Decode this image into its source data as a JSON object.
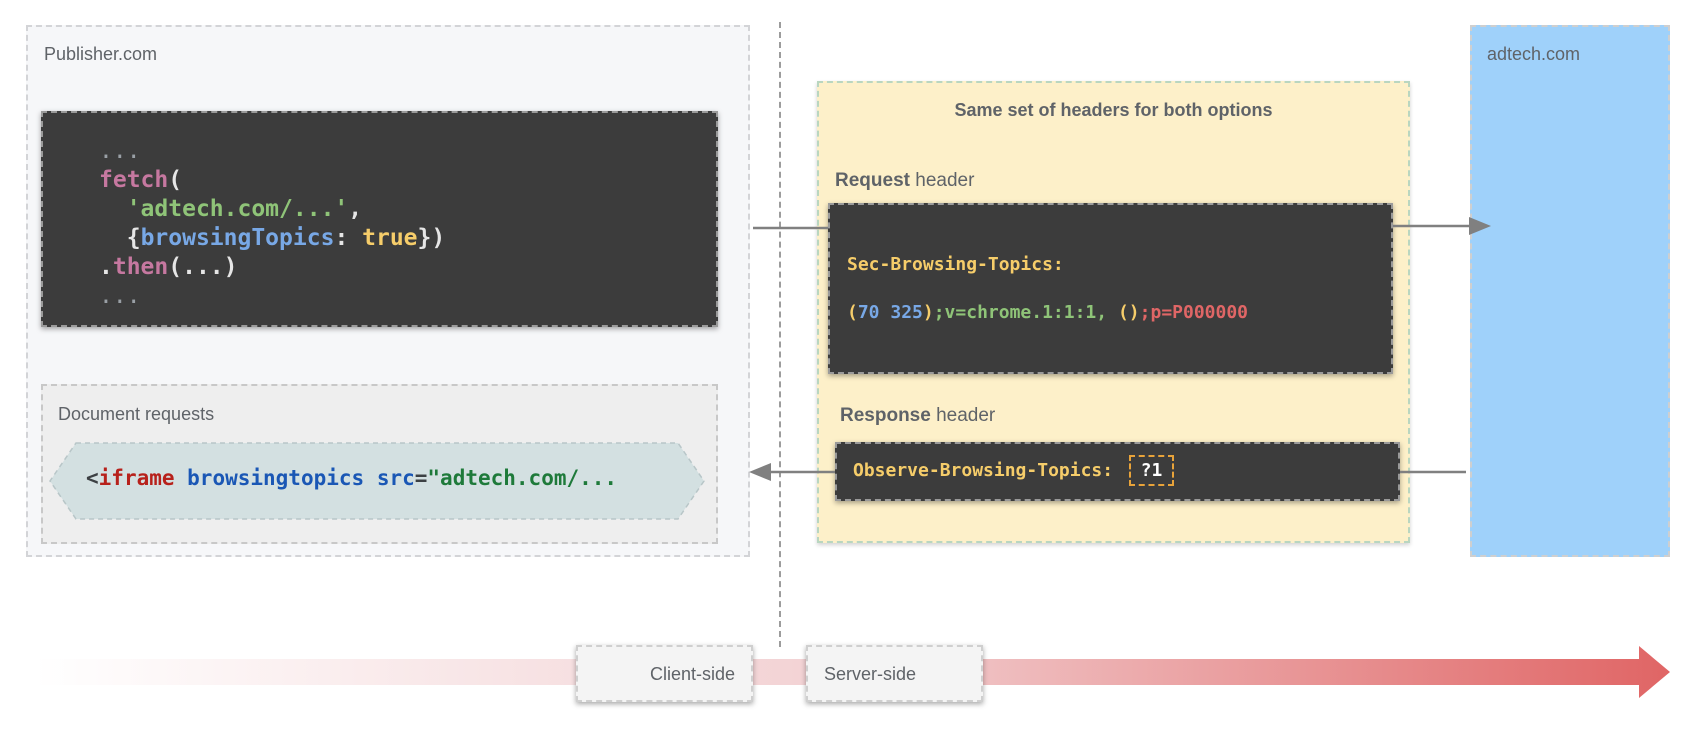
{
  "publisher": {
    "label": "Publisher.com",
    "code_lines": {
      "l1": "...",
      "l2_fn": "fetch",
      "l2_paren": "(",
      "l3_str": "'adtech.com/...'",
      "l3_comma": ",",
      "l4_open": "{",
      "l4_prop": "browsingTopics",
      "l4_colon": ": ",
      "l4_bool": "true",
      "l4_close": "})",
      "l5_dot": ".",
      "l5_fn": "then",
      "l5_args": "(...)",
      "l6": "..."
    },
    "document_requests": {
      "label": "Document requests",
      "iframe": {
        "lt": "<",
        "tag": "iframe",
        "attr1": " browsingtopics",
        "attr2": " src",
        "eq": "=",
        "value": "\"adtech.com/..."
      }
    }
  },
  "headers_panel": {
    "title": "Same set of headers for both options",
    "request": {
      "label_bold": "Request",
      "label_rest": " header",
      "key": "Sec-Browsing-Topics:",
      "value": {
        "open": "(",
        "nums": "70 325",
        "close": ")",
        "ver": ";v=chrome.1:1:1, ",
        "empty": "()",
        "p": ";p=P000000"
      }
    },
    "response": {
      "label_bold": "Response",
      "label_rest": " header",
      "key": "Observe-Browsing-Topics:",
      "value": "?1"
    }
  },
  "adtech": {
    "label": "adtech.com"
  },
  "timeline": {
    "client_label": "Client-side",
    "server_label": "Server-side"
  },
  "colors": {
    "adtech_bg": "#9fd1fa",
    "panel_bg": "#fdf0c9",
    "code_bg": "#3c3c3c",
    "arrow_end": "#e06565"
  }
}
